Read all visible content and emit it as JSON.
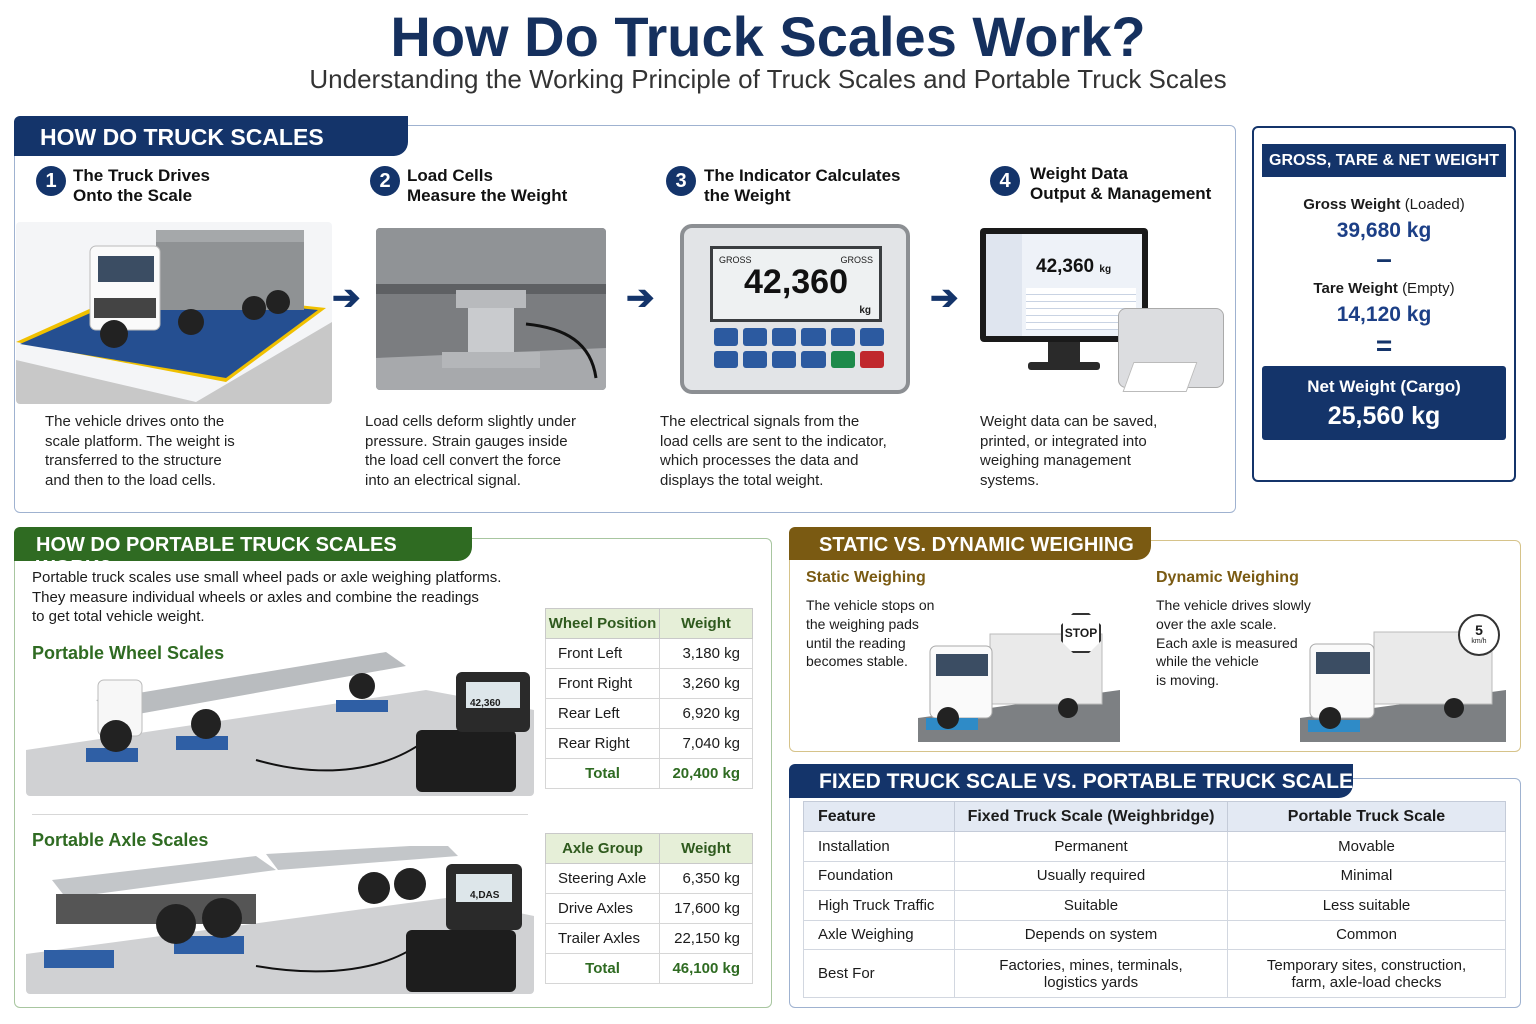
{
  "page": {
    "title": "How Do Truck Scales Work?",
    "subtitle": "Understanding the Working Principle of Truck Scales and Portable Truck Scales"
  },
  "how_section": {
    "header": "HOW DO TRUCK SCALES WORK?",
    "steps": [
      {
        "num": "1",
        "title_line1": "The Truck Drives",
        "title_line2": "Onto the Scale",
        "desc_lines": [
          "The vehicle drives onto the",
          "scale platform. The weight is",
          "transferred to the structure",
          "and then to the load cells."
        ]
      },
      {
        "num": "2",
        "title_line1": "Load Cells",
        "title_line2": "Measure the Weight",
        "desc_lines": [
          "Load cells deform slightly under",
          "pressure. Strain gauges inside",
          "the load cell convert the force",
          "into an electrical signal."
        ]
      },
      {
        "num": "3",
        "title_line1": "The Indicator Calculates",
        "title_line2": "the Weight",
        "desc_lines": [
          "The electrical signals from the",
          "load cells are sent to the indicator,",
          "which processes the data and",
          "displays the total weight."
        ]
      },
      {
        "num": "4",
        "title_line1": "Weight Data",
        "title_line2": "Output & Management",
        "desc_lines": [
          "Weight data can be saved,",
          "printed, or integrated into",
          "weighing management",
          "systems."
        ]
      }
    ],
    "indicator": {
      "left_label": "GROSS",
      "right_label": "GROSS",
      "reading": "42,360",
      "unit": "kg"
    },
    "monitor": {
      "reading": "42,360",
      "unit": "kg"
    },
    "arrow_icon": "right-arrow-icon"
  },
  "gtn": {
    "header": "GROSS, TARE & NET WEIGHT",
    "gross_label": "Gross Weight",
    "gross_note": "(Loaded)",
    "gross_value": "39,680 kg",
    "minus": "–",
    "tare_label": "Tare Weight",
    "tare_note": "(Empty)",
    "tare_value": "14,120 kg",
    "equals": "=",
    "net_label": "Net Weight (Cargo)",
    "net_value": "25,560 kg"
  },
  "portable": {
    "header": "HOW DO PORTABLE TRUCK SCALES WORK?",
    "intro_lines": [
      "Portable truck scales use small wheel pads or axle weighing platforms.",
      "They measure individual wheels or axles and combine the readings",
      "to get total vehicle weight."
    ],
    "wheel_title": "Portable Wheel Scales",
    "axle_title": "Portable Axle Scales",
    "wheel_indicator_reading": "42,360",
    "axle_indicator_reading": "4,DAS",
    "wheel_table": {
      "headers": [
        "Wheel Position",
        "Weight"
      ],
      "rows": [
        [
          "Front Left",
          "3,180 kg"
        ],
        [
          "Front Right",
          "3,260 kg"
        ],
        [
          "Rear Left",
          "6,920 kg"
        ],
        [
          "Rear Right",
          "7,040 kg"
        ]
      ],
      "total_label": "Total",
      "total_value": "20,400 kg"
    },
    "axle_table": {
      "headers": [
        "Axle Group",
        "Weight"
      ],
      "rows": [
        [
          "Steering Axle",
          "6,350 kg"
        ],
        [
          "Drive Axles",
          "17,600 kg"
        ],
        [
          "Trailer Axles",
          "22,150 kg"
        ]
      ],
      "total_label": "Total",
      "total_value": "46,100 kg"
    }
  },
  "static_dynamic": {
    "header": "STATIC VS. DYNAMIC WEIGHING",
    "static_title": "Static Weighing",
    "static_lines": [
      "The vehicle stops on",
      "the weighing pads",
      "until the reading",
      "becomes stable."
    ],
    "stop_sign": "STOP",
    "dynamic_title": "Dynamic Weighing",
    "dynamic_lines": [
      "The vehicle drives slowly",
      "over the axle scale.",
      "Each axle is measured",
      "while the vehicle",
      "is moving."
    ],
    "speed_value": "5",
    "speed_unit": "km/h"
  },
  "compare": {
    "header": "FIXED TRUCK SCALE VS. PORTABLE TRUCK SCALE",
    "headers": [
      "Feature",
      "Fixed Truck Scale (Weighbridge)",
      "Portable Truck Scale"
    ],
    "rows": [
      [
        "Installation",
        "Permanent",
        "Movable"
      ],
      [
        "Foundation",
        "Usually required",
        "Minimal"
      ],
      [
        "High Truck Traffic",
        "Suitable",
        "Less suitable"
      ],
      [
        "Axle Weighing",
        "Depends on system",
        "Common"
      ]
    ],
    "last_row": {
      "feature": "Best For",
      "fixed_l1": "Factories, mines, terminals,",
      "fixed_l2": "logistics yards",
      "portable_l1": "Temporary sites, construction,",
      "portable_l2": "farm, axle-load checks"
    }
  },
  "colors": {
    "navy": "#14346a",
    "green": "#2f6b22",
    "gold": "#7a5a12",
    "value_blue": "#1c3f86"
  }
}
